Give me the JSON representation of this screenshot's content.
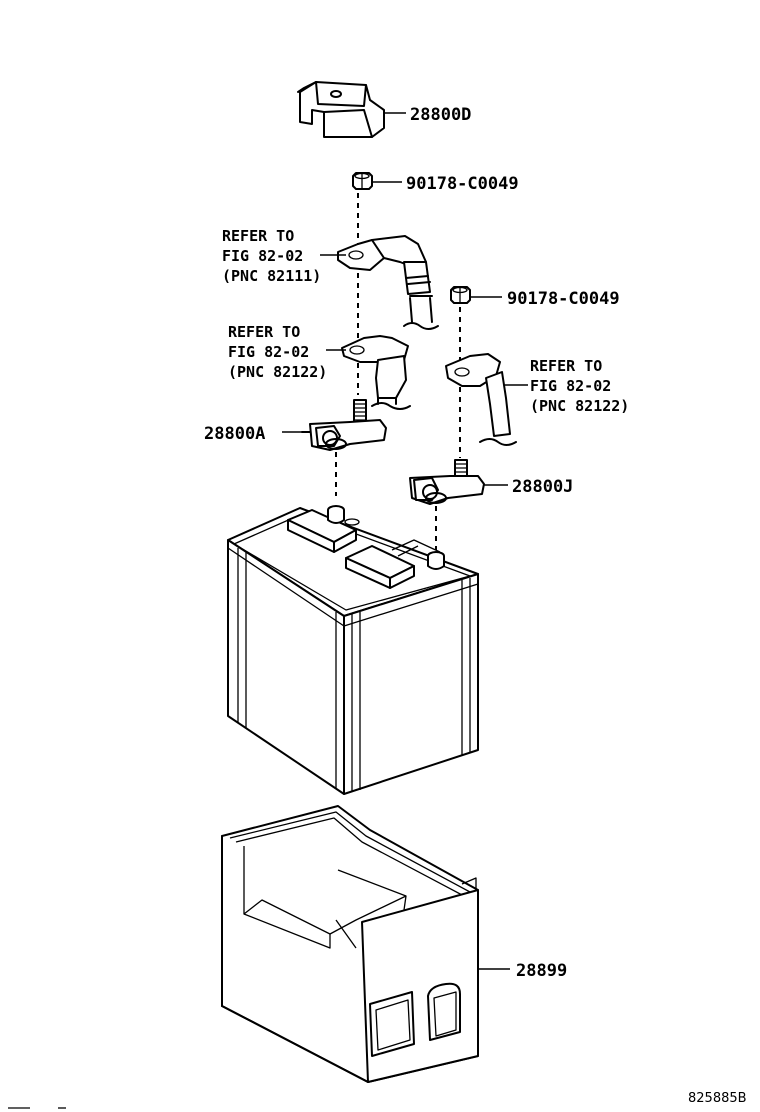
{
  "diagram": {
    "code": "825885B",
    "parts": {
      "cover": "28800D",
      "nut_1": "90178-C0049",
      "nut_2": "90178-C0049",
      "clamp_a": "28800A",
      "clamp_j": "28800J",
      "tray": "28899"
    },
    "refs": {
      "ref_1": {
        "line1": "REFER TO",
        "line2": "FIG 82-02",
        "line3": "(PNC 82111)"
      },
      "ref_2": {
        "line1": "REFER TO",
        "line2": "FIG 82-02",
        "line3": "(PNC 82122)"
      },
      "ref_3": {
        "line1": "REFER TO",
        "line2": "FIG 82-02",
        "line3": "(PNC 82122)"
      }
    }
  }
}
